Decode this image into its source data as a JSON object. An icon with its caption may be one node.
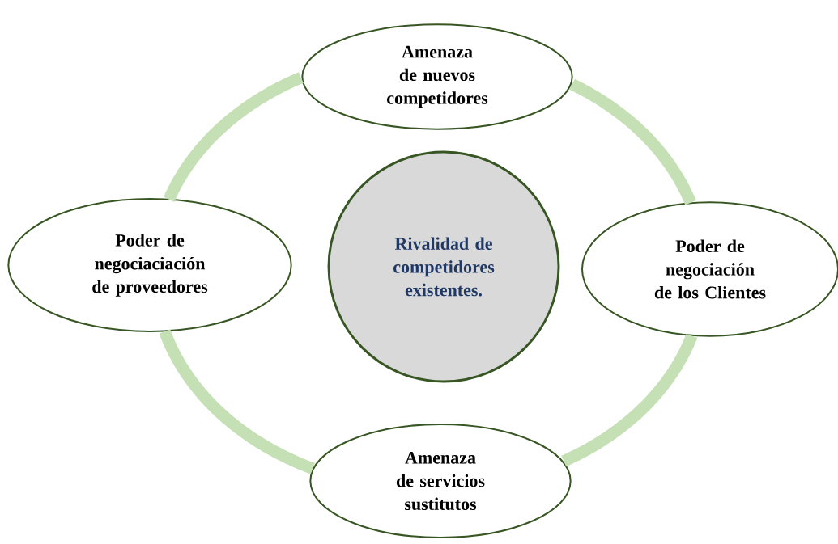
{
  "diagram": {
    "nodes": [
      {
        "text": [
          "Amenaza de nuevos competidores"
        ]
      },
      {
        "text": [
          "Poder de negociaciación de proveedores"
        ]
      },
      {
        "text": [
          "Rivalidad de competidores existentes."
        ]
      },
      {
        "text": [
          "Poder de negociación de los Clientes"
        ]
      },
      {
        "text": [
          "Amenaza de servicios sustitutos"
        ]
      }
    ],
    "edges": [
      {
        "from": 0,
        "to": 3,
        "arrow": "none"
      },
      {
        "from": 3,
        "to": 4,
        "arrow": "none"
      },
      {
        "from": 4,
        "to": 1,
        "arrow": "none"
      },
      {
        "from": 1,
        "to": 0,
        "arrow": "none"
      }
    ]
  }
}
